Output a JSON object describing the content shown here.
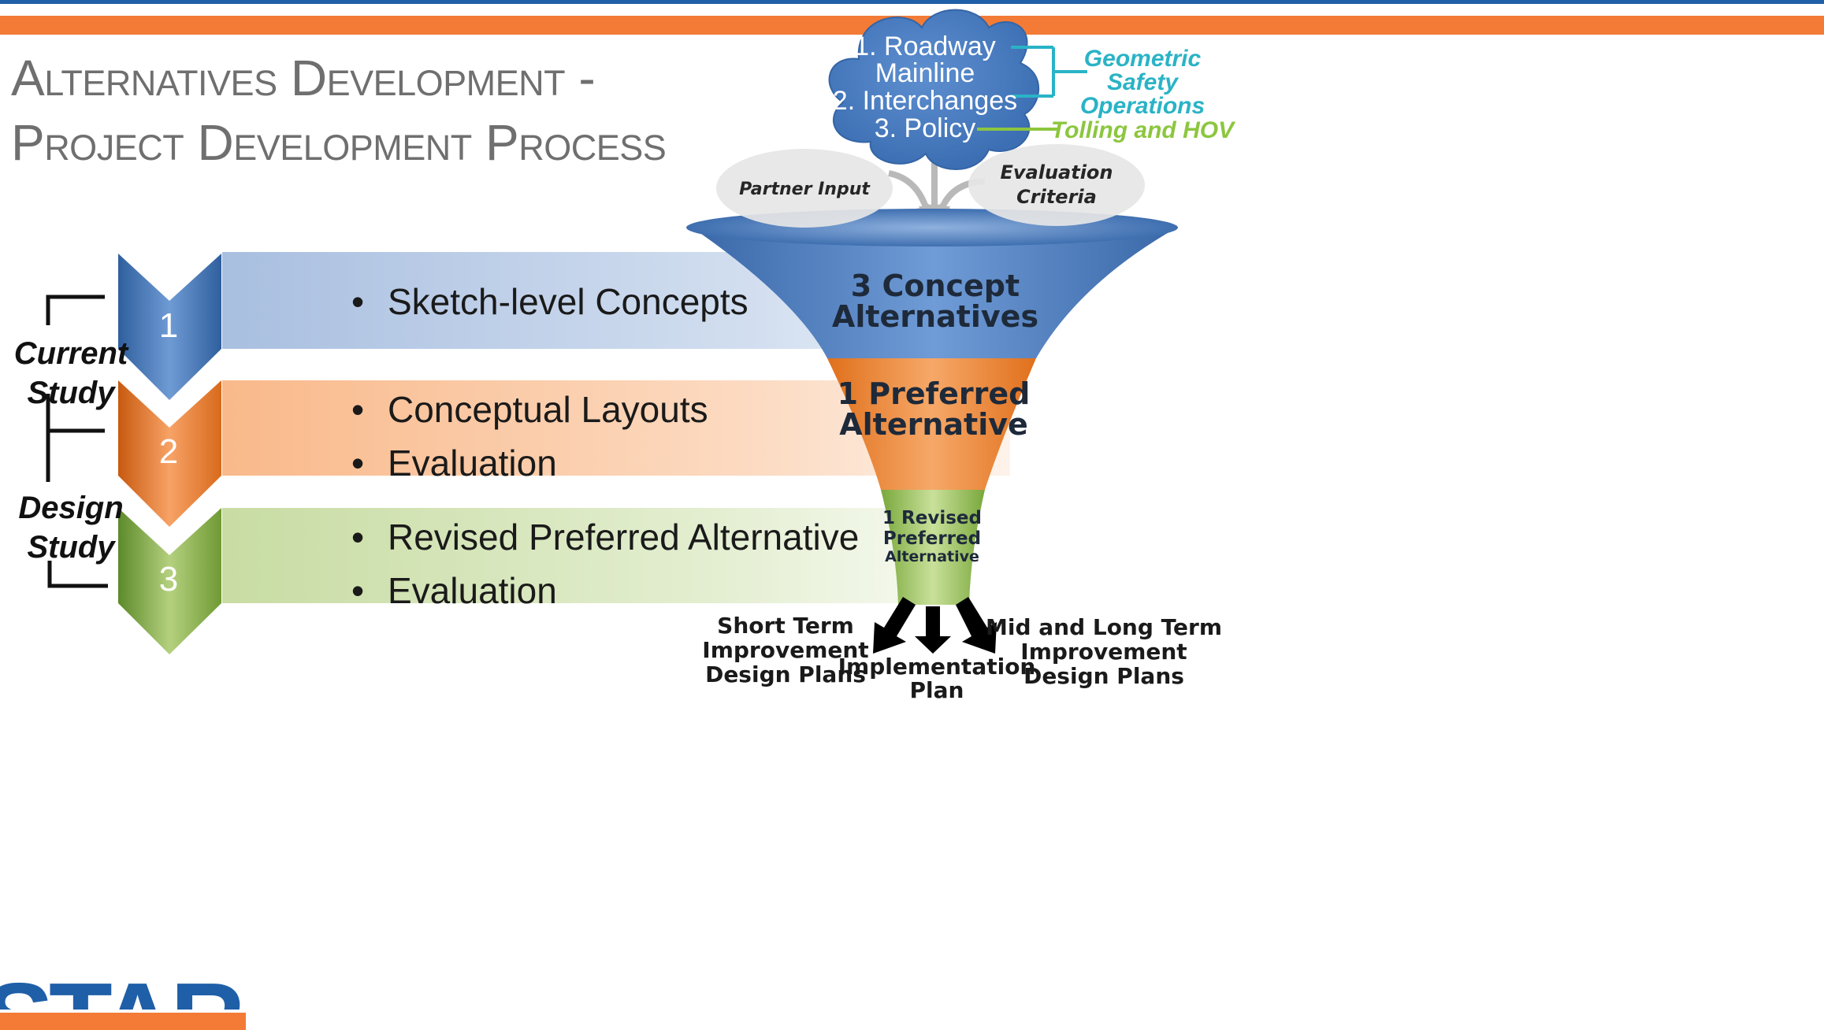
{
  "title": {
    "line1": "Alternatives Development -",
    "line2": "Project Development Process"
  },
  "steps": [
    {
      "number": "1",
      "bullets": [
        "Sketch-level Concepts"
      ]
    },
    {
      "number": "2",
      "bullets": [
        "Conceptual Layouts",
        "Evaluation"
      ]
    },
    {
      "number": "3",
      "bullets": [
        "Revised Preferred Alternative",
        "Evaluation"
      ]
    }
  ],
  "side_labels": {
    "current": "Current\nStudy",
    "design": "Design\nStudy"
  },
  "cloud": {
    "items": [
      "1. Roadway",
      "Mainline",
      "2. Interchanges",
      "3. Policy"
    ]
  },
  "cloud_annotations": {
    "geometric": "Geometric",
    "safety": "Safety",
    "operations": "Operations",
    "tolling": "Tolling and HOV"
  },
  "inputs": {
    "partner": "Partner Input",
    "criteria_line1": "Evaluation",
    "criteria_line2": "Criteria"
  },
  "funnel": {
    "top_line1": "3 Concept",
    "top_line2": "Alternatives",
    "mid_line1": "1 Preferred",
    "mid_line2": "Alternative",
    "bottom_line1": "1 Revised",
    "bottom_line2": "Preferred",
    "bottom_line3": "Alternative"
  },
  "outputs": {
    "short": [
      "Short Term",
      "Improvement",
      "Design Plans"
    ],
    "implementation": [
      "Implementation",
      "Plan"
    ],
    "mid_long": [
      "Mid and Long Term",
      "Improvement",
      "Design Plans"
    ]
  },
  "logo_text": "STARS",
  "colors": {
    "blue": "#4a7dc0",
    "orange": "#f08030",
    "green": "#8fb94a",
    "teal": "#2ab3c6",
    "lime": "#8cc63f",
    "title_gray": "#6f6f6f",
    "brand_orange": "#f37b36",
    "brand_blue": "#1f5fa8"
  }
}
